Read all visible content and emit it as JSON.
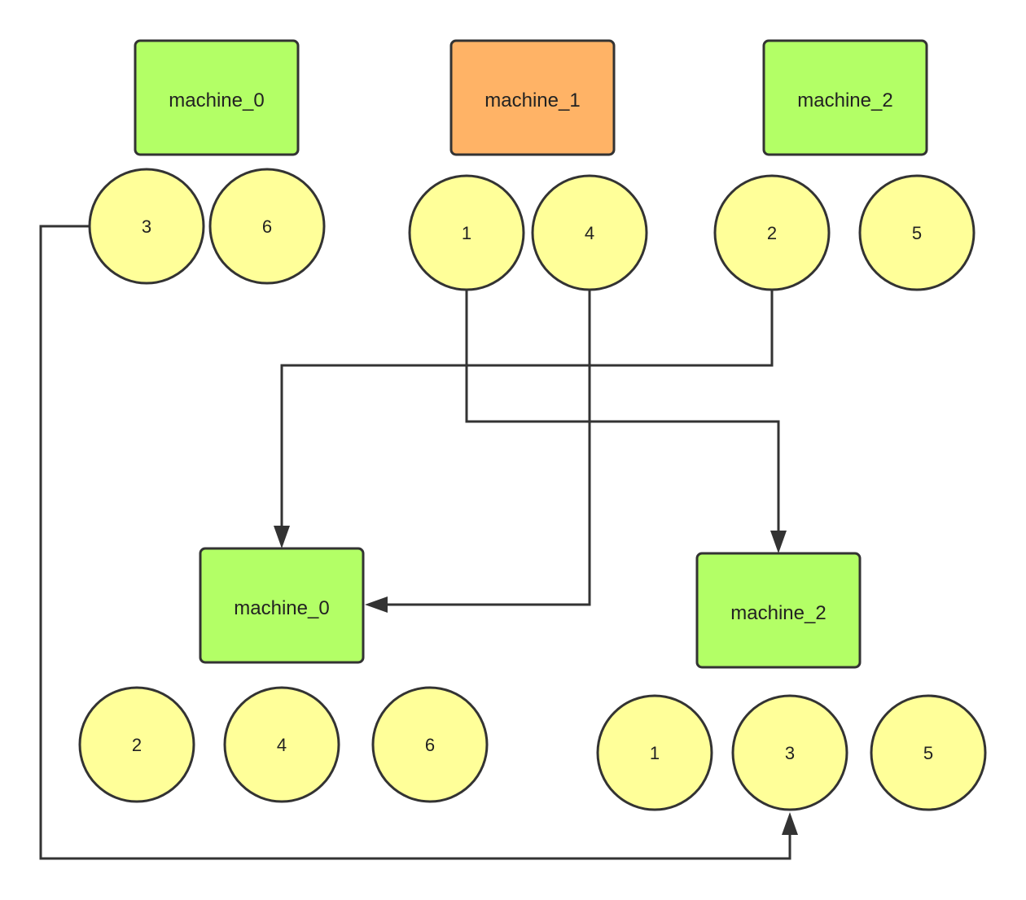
{
  "colors": {
    "machine_active": "#b3ff66",
    "machine_failed": "#ffb366",
    "shard_fill": "#ffff99",
    "stroke": "#333333"
  },
  "before": {
    "machines": [
      {
        "label": "machine_0",
        "status": "active",
        "shards": [
          "3",
          "6"
        ]
      },
      {
        "label": "machine_1",
        "status": "failed",
        "shards": [
          "1",
          "4"
        ]
      },
      {
        "label": "machine_2",
        "status": "active",
        "shards": [
          "2",
          "5"
        ]
      }
    ]
  },
  "after": {
    "machines": [
      {
        "label": "machine_0",
        "status": "active",
        "shards": [
          "2",
          "4",
          "6"
        ]
      },
      {
        "label": "machine_2",
        "status": "active",
        "shards": [
          "1",
          "3",
          "5"
        ]
      }
    ]
  },
  "moves": [
    {
      "shard": "1",
      "from": "machine_1",
      "to": "machine_2"
    },
    {
      "shard": "4",
      "from": "machine_1",
      "to": "machine_0"
    },
    {
      "shard": "2",
      "from": "machine_2",
      "to": "machine_0"
    },
    {
      "shard": "3",
      "from": "machine_0",
      "to": "machine_2"
    }
  ]
}
